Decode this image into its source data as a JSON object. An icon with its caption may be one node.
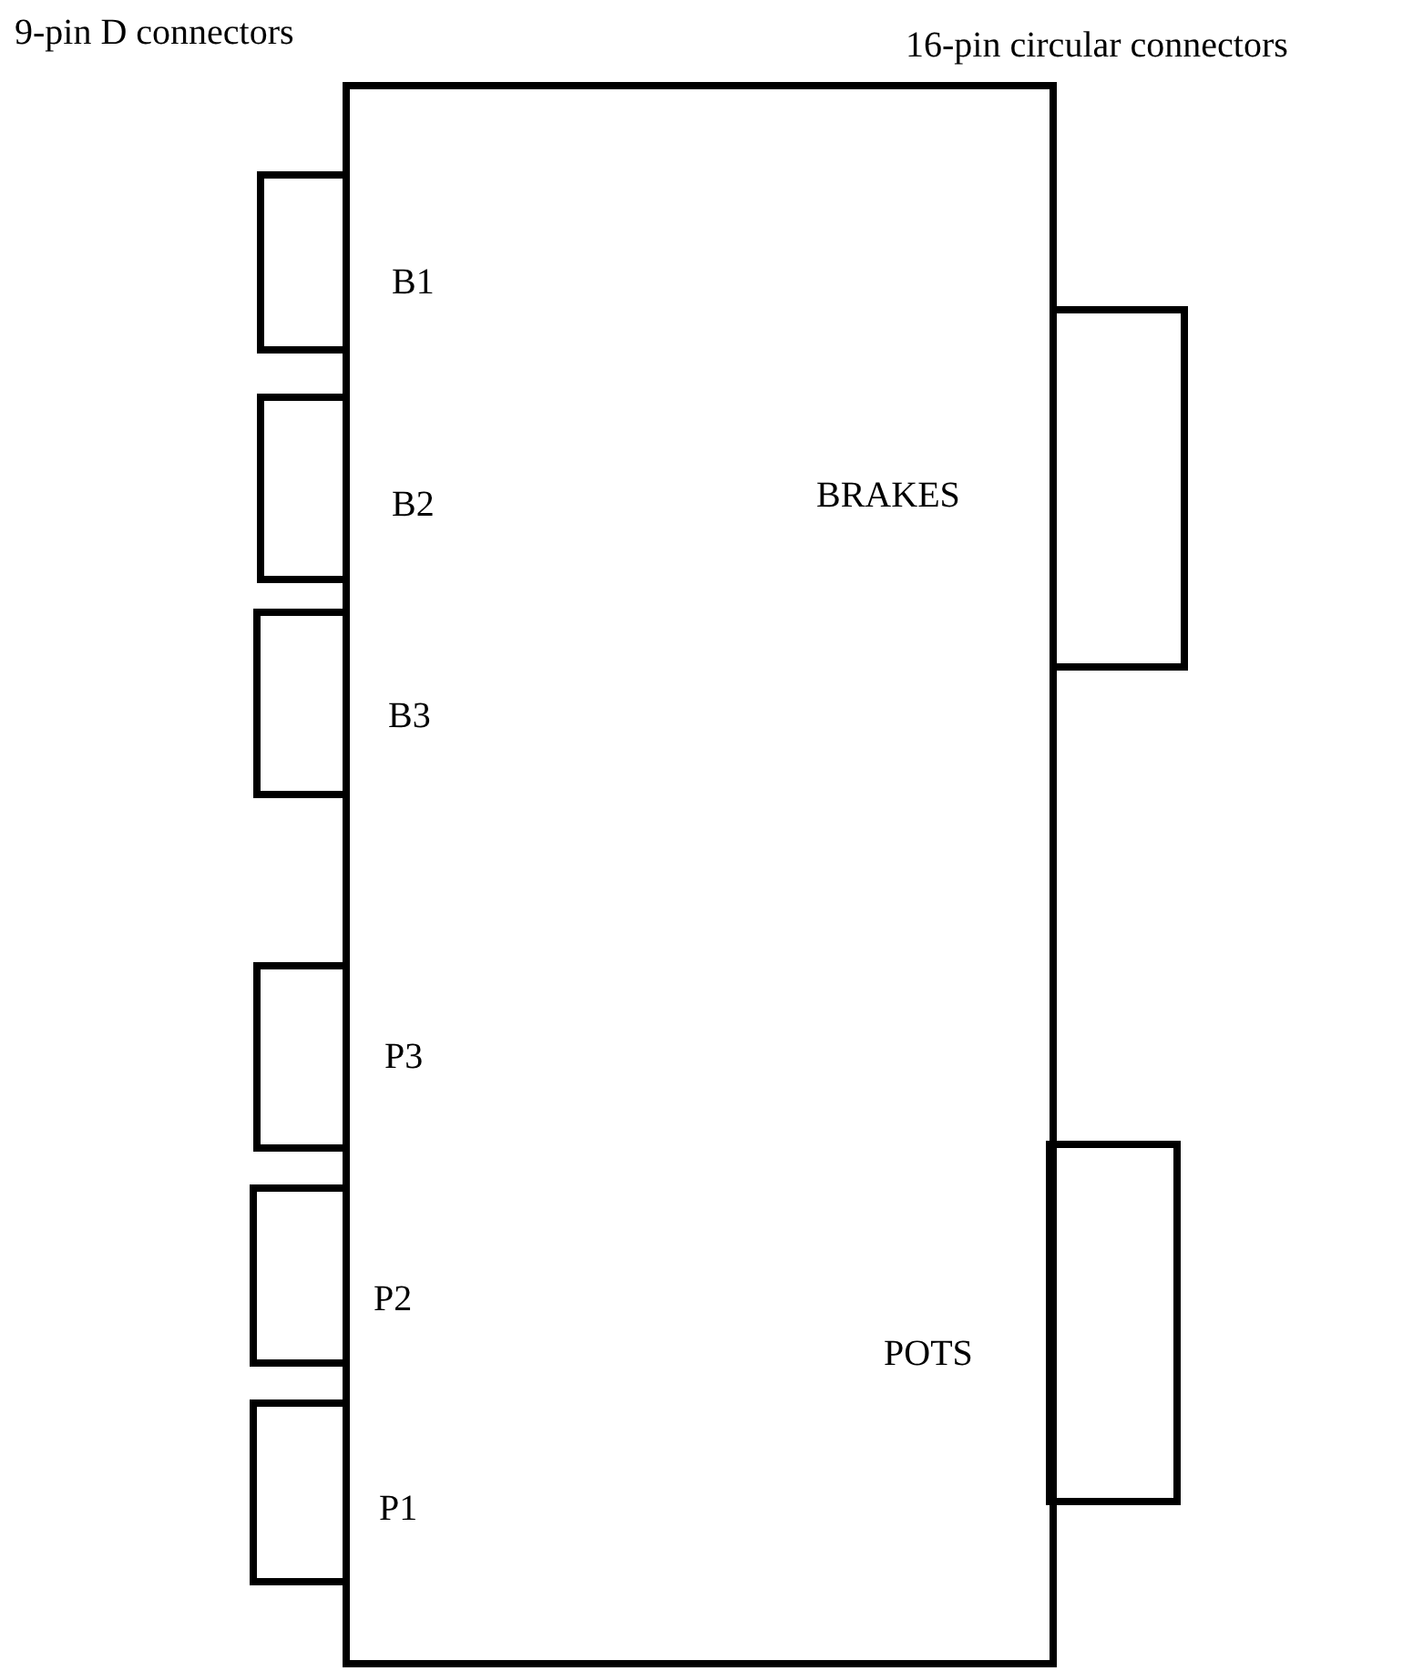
{
  "diagram": {
    "nodes": [
      {
        "text": [],
        "shape": "box"
      },
      {
        "text": [],
        "shape": "box"
      },
      {
        "text": [],
        "shape": "box"
      },
      {
        "text": [],
        "shape": "box"
      },
      {
        "text": [],
        "shape": "box"
      },
      {
        "text": [],
        "shape": "box"
      },
      {
        "text": [],
        "shape": "box"
      },
      {
        "text": [],
        "shape": "box"
      },
      {
        "text": [],
        "shape": "box"
      }
    ],
    "labels": [
      "9-pin D connectors",
      "16-pin circular connectors",
      "B1",
      "B2",
      "BRAKES",
      "B3",
      "P3",
      "P2",
      "POTS",
      "P1"
    ]
  }
}
